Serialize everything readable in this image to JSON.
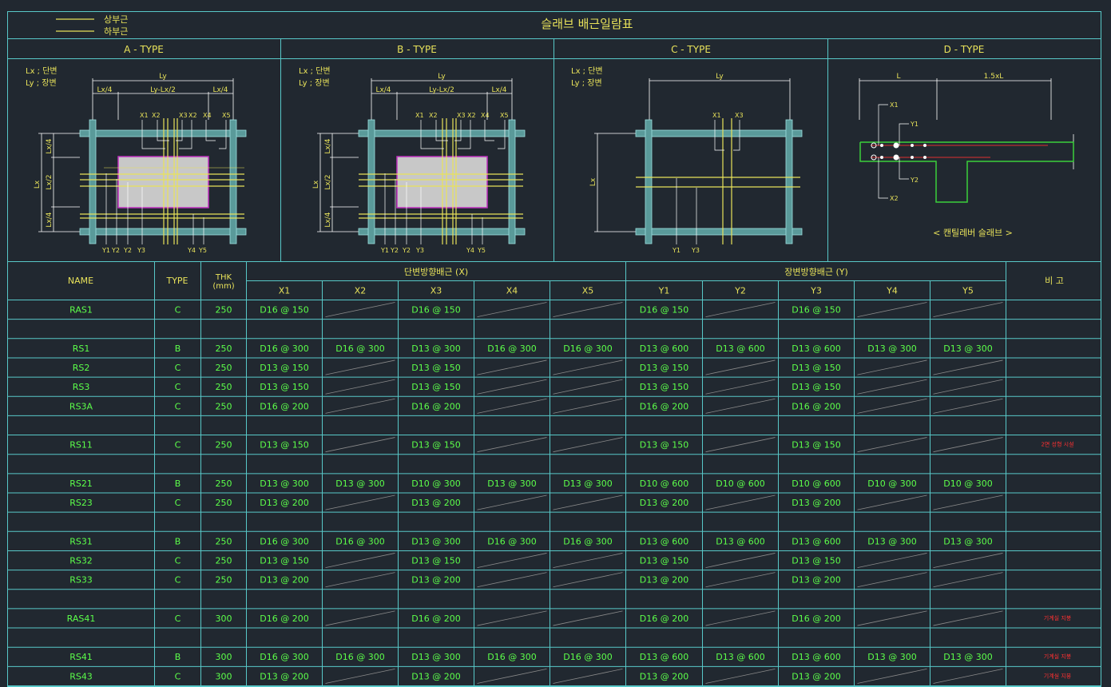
{
  "legend": {
    "top": "상부근",
    "bottom": "하부근"
  },
  "title": "슬래브 배근일람표",
  "types": {
    "a": {
      "header": "A - TYPE",
      "lx": "Lx ; 단변",
      "ly": "Ly ; 장변"
    },
    "b": {
      "header": "B - TYPE",
      "lx": "Lx ; 단변",
      "ly": "Ly ; 장변"
    },
    "c": {
      "header": "C - TYPE",
      "lx": "Lx ; 단변",
      "ly": "Ly ; 장변"
    },
    "d": {
      "header": "D - TYPE",
      "caption": "< 캔틸레버 슬래브 >"
    }
  },
  "dims": {
    "ly": "Ly",
    "lx": "Lx",
    "lx4": "Lx/4",
    "ly_lx2": "Ly-Lx/2",
    "lx2": "Lx/2",
    "l": "L",
    "l15": "1.5xL",
    "x1": "X1",
    "x2": "X2",
    "x3": "X3",
    "x4": "X4",
    "x5": "X5",
    "y1": "Y1",
    "y2": "Y2",
    "y3": "Y3",
    "y4": "Y4",
    "y5": "Y5"
  },
  "table": {
    "headers": {
      "name": "NAME",
      "type": "TYPE",
      "thk": "THK",
      "thk_unit": "(mm)",
      "group_x": "단변방향배근 (X)",
      "group_y": "장변방향배근 (Y)",
      "note": "비 고",
      "cols": [
        "X1",
        "X2",
        "X3",
        "X4",
        "X5",
        "Y1",
        "Y2",
        "Y3",
        "Y4",
        "Y5"
      ]
    },
    "rows": [
      {
        "name": "RAS1",
        "type": "C",
        "thk": "250",
        "bars": [
          "D16 @ 150",
          "",
          "D16 @ 150",
          "",
          "",
          "D16 @ 150",
          "",
          "D16 @ 150",
          "",
          ""
        ],
        "note": ""
      },
      {
        "name": "",
        "type": "",
        "thk": "",
        "bars": [],
        "note": ""
      },
      {
        "name": "RS1",
        "type": "B",
        "thk": "250",
        "bars": [
          "D16 @ 300",
          "D16 @ 300",
          "D13 @ 300",
          "D16 @ 300",
          "D16 @ 300",
          "D13 @ 600",
          "D13 @ 600",
          "D13 @ 600",
          "D13 @ 300",
          "D13 @ 300"
        ],
        "note": ""
      },
      {
        "name": "RS2",
        "type": "C",
        "thk": "250",
        "bars": [
          "D13 @ 150",
          "",
          "D13 @ 150",
          "",
          "",
          "D13 @ 150",
          "",
          "D13 @ 150",
          "",
          ""
        ],
        "note": ""
      },
      {
        "name": "RS3",
        "type": "C",
        "thk": "250",
        "bars": [
          "D13 @ 150",
          "",
          "D13 @ 150",
          "",
          "",
          "D13 @ 150",
          "",
          "D13 @ 150",
          "",
          ""
        ],
        "note": ""
      },
      {
        "name": "RS3A",
        "type": "C",
        "thk": "250",
        "bars": [
          "D16 @ 200",
          "",
          "D16 @ 200",
          "",
          "",
          "D16 @ 200",
          "",
          "D16 @ 200",
          "",
          ""
        ],
        "note": ""
      },
      {
        "name": "",
        "type": "",
        "thk": "",
        "bars": [],
        "note": ""
      },
      {
        "name": "RS11",
        "type": "C",
        "thk": "250",
        "bars": [
          "D13 @ 150",
          "",
          "D13 @ 150",
          "",
          "",
          "D13 @ 150",
          "",
          "D13 @ 150",
          "",
          ""
        ],
        "note": "2면 성형 시설"
      },
      {
        "name": "",
        "type": "",
        "thk": "",
        "bars": [],
        "note": ""
      },
      {
        "name": "RS21",
        "type": "B",
        "thk": "250",
        "bars": [
          "D13 @ 300",
          "D13 @ 300",
          "D10 @ 300",
          "D13 @ 300",
          "D13 @ 300",
          "D10 @ 600",
          "D10 @ 600",
          "D10 @ 600",
          "D10 @ 300",
          "D10 @ 300"
        ],
        "note": ""
      },
      {
        "name": "RS23",
        "type": "C",
        "thk": "250",
        "bars": [
          "D13 @ 200",
          "",
          "D13 @ 200",
          "",
          "",
          "D13 @ 200",
          "",
          "D13 @ 200",
          "",
          ""
        ],
        "note": ""
      },
      {
        "name": "",
        "type": "",
        "thk": "",
        "bars": [],
        "note": ""
      },
      {
        "name": "RS31",
        "type": "B",
        "thk": "250",
        "bars": [
          "D16 @ 300",
          "D16 @ 300",
          "D13 @ 300",
          "D16 @ 300",
          "D16 @ 300",
          "D13 @ 600",
          "D13 @ 600",
          "D13 @ 600",
          "D13 @ 300",
          "D13 @ 300"
        ],
        "note": ""
      },
      {
        "name": "RS32",
        "type": "C",
        "thk": "250",
        "bars": [
          "D13 @ 150",
          "",
          "D13 @ 150",
          "",
          "",
          "D13 @ 150",
          "",
          "D13 @ 150",
          "",
          ""
        ],
        "note": ""
      },
      {
        "name": "RS33",
        "type": "C",
        "thk": "250",
        "bars": [
          "D13 @ 200",
          "",
          "D13 @ 200",
          "",
          "",
          "D13 @ 200",
          "",
          "D13 @ 200",
          "",
          ""
        ],
        "note": ""
      },
      {
        "name": "",
        "type": "",
        "thk": "",
        "bars": [],
        "note": ""
      },
      {
        "name": "RAS41",
        "type": "C",
        "thk": "300",
        "bars": [
          "D16 @ 200",
          "",
          "D16 @ 200",
          "",
          "",
          "D16 @ 200",
          "",
          "D16 @ 200",
          "",
          ""
        ],
        "note": "기계실 지붕"
      },
      {
        "name": "",
        "type": "",
        "thk": "",
        "bars": [],
        "note": ""
      },
      {
        "name": "RS41",
        "type": "B",
        "thk": "300",
        "bars": [
          "D16 @ 300",
          "D16 @ 300",
          "D13 @ 300",
          "D16 @ 300",
          "D16 @ 300",
          "D13 @ 600",
          "D13 @ 600",
          "D13 @ 600",
          "D13 @ 300",
          "D13 @ 300"
        ],
        "note": "기계실 지붕"
      },
      {
        "name": "RS43",
        "type": "C",
        "thk": "300",
        "bars": [
          "D13 @ 200",
          "",
          "D13 @ 200",
          "",
          "",
          "D13 @ 200",
          "",
          "D13 @ 200",
          "",
          ""
        ],
        "note": "기계실 지붕"
      }
    ]
  },
  "colors": {
    "line": "#58c8c8",
    "label": "#e8e25a",
    "value": "#5cff4a",
    "note": "#ff3030",
    "slab": "#c8c8c8",
    "slab_border": "#c030c0",
    "rebar": "#e8e25a",
    "beam": "#7fd0d0"
  }
}
